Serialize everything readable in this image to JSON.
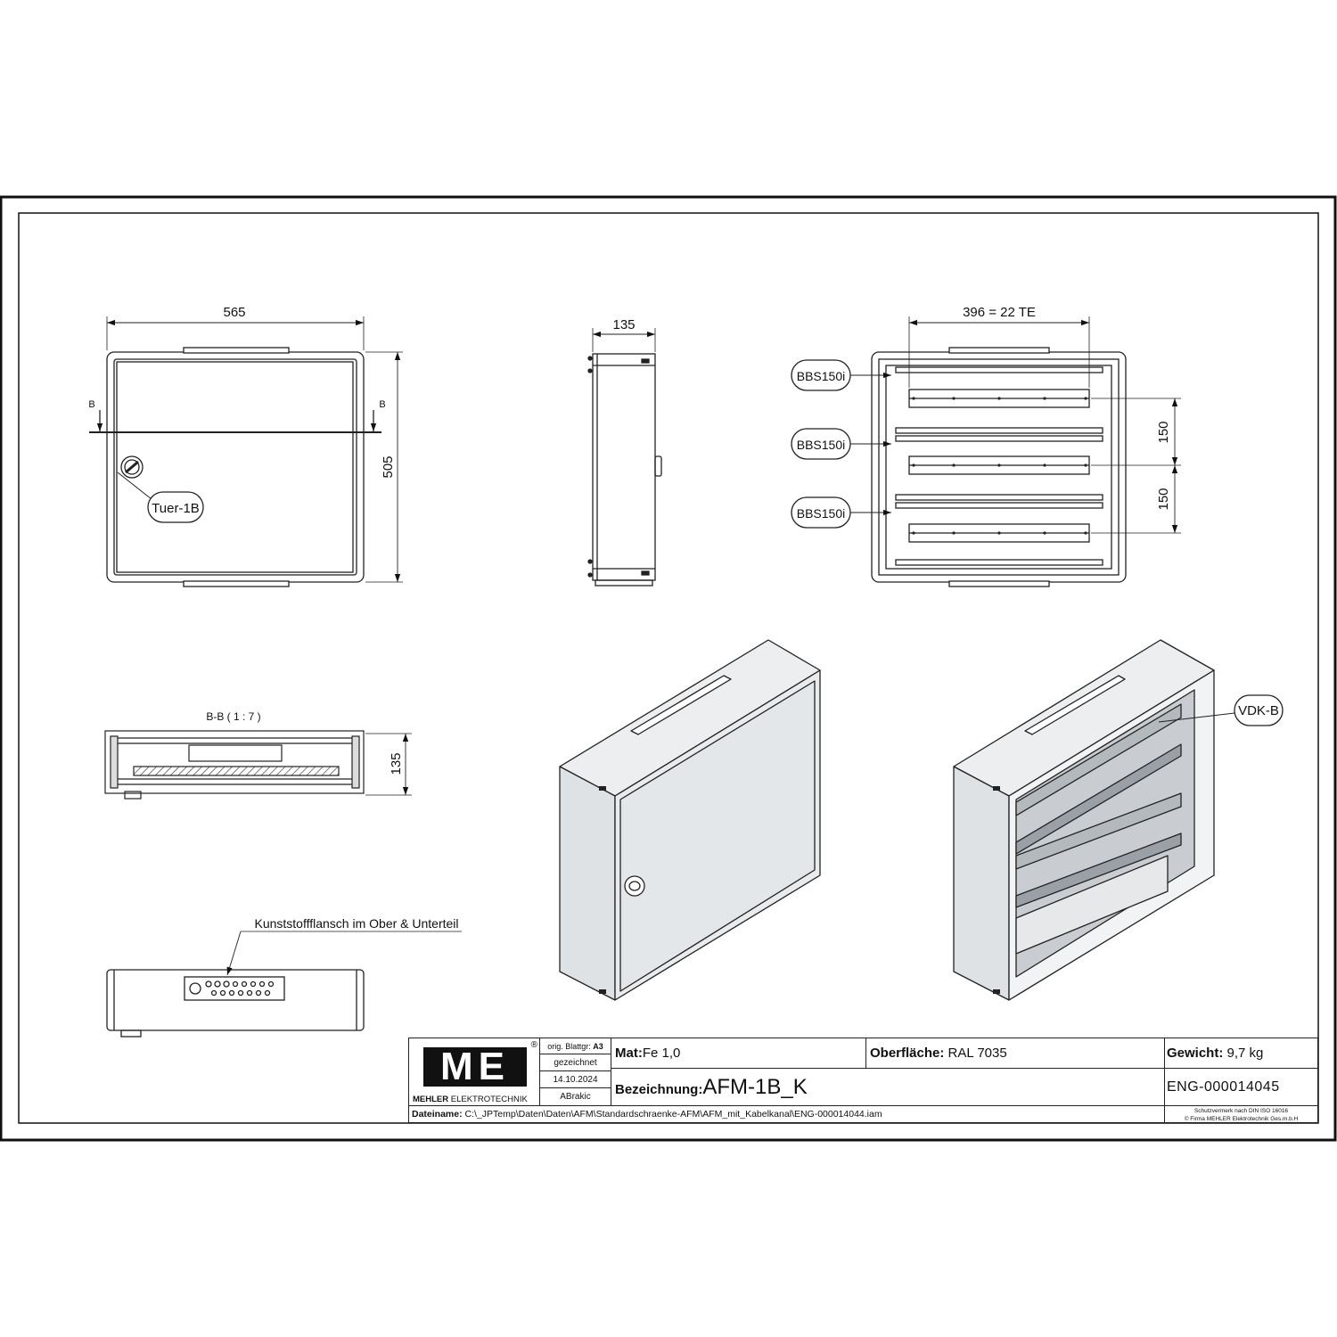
{
  "views": {
    "front": {
      "width_dim": "565",
      "height_dim": "505",
      "section_mark_left": "B",
      "section_mark_right": "B",
      "callout": "Tuer-1B"
    },
    "side": {
      "depth_dim": "135"
    },
    "interior": {
      "width_dim": "396 = 22 TE",
      "pitch_1": "150",
      "pitch_2": "150",
      "callouts": [
        "BBS150i",
        "BBS150i",
        "BBS150i"
      ]
    },
    "section": {
      "title": "B-B ( 1 : 7 )",
      "depth_dim": "135"
    },
    "top_view": {
      "callout": "Kunststoffflansch im Ober & Unterteil"
    },
    "iso_open": {
      "callout": "VDK-B"
    }
  },
  "title_block": {
    "logo_text": "ME",
    "logo_registered": "®",
    "company_bold": "MEHLER",
    "company_rest": " ELEKTROTECHNIK",
    "orig_blattgr_label": "orig. Blattgr:",
    "orig_blattgr_value": "A3",
    "gezeichnet_label": "gezeichnet",
    "date": "14.10.2024",
    "drawn_by": "ABrakic",
    "mat_label": "Mat:",
    "mat_value": "Fe 1,0",
    "oberflaeche_label": "Oberfläche:",
    "oberflaeche_value": "RAL 7035",
    "gewicht_label": "Gewicht:",
    "gewicht_value": "9,7 kg",
    "bezeichnung_label": "Bezeichnung:",
    "bezeichnung_value": "AFM-1B_K",
    "drawing_number": "ENG-000014045",
    "dateiname_label": "Dateiname:",
    "dateiname_value": "C:\\_JPTemp\\Daten\\Daten\\AFM\\Standardschraenke-AFM\\AFM_mit_Kabelkanal\\ENG-000014044.iam",
    "copyright_line1": "Schutzvermerk nach DIN ISO 16016",
    "copyright_line2": "© Firma MEHLER Elektrotechnik Ges.m.b.H"
  }
}
